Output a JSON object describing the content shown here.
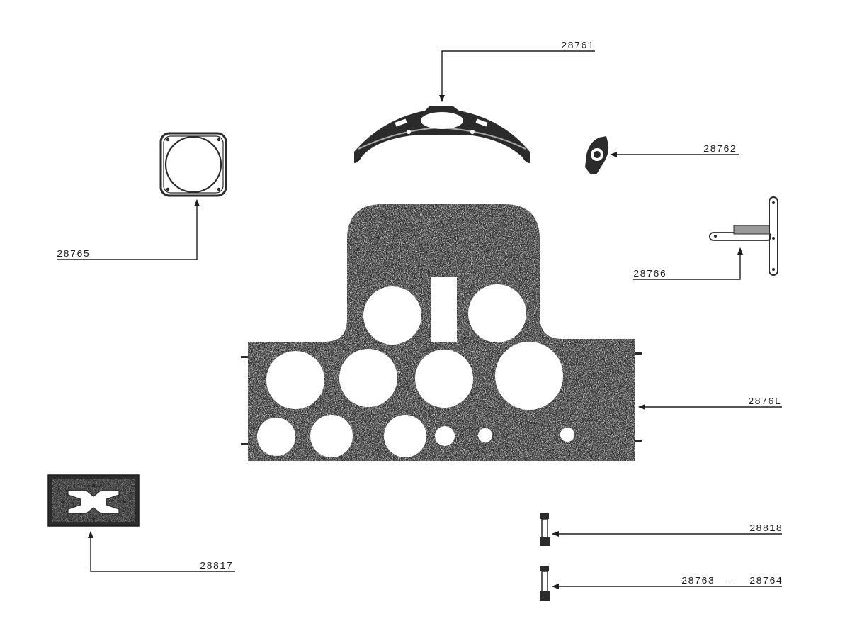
{
  "parts": {
    "p28761": "28761",
    "p28762": "28762",
    "p28765": "28765",
    "p28766": "28766",
    "p28761_panel": "2876L",
    "p28818": "28818",
    "p28817": "28817",
    "p28763": "28763",
    "p28763_sep": "–",
    "p28764": "28764"
  },
  "colors": {
    "ink": "#2b2b2b",
    "paper": "#ffffff"
  }
}
